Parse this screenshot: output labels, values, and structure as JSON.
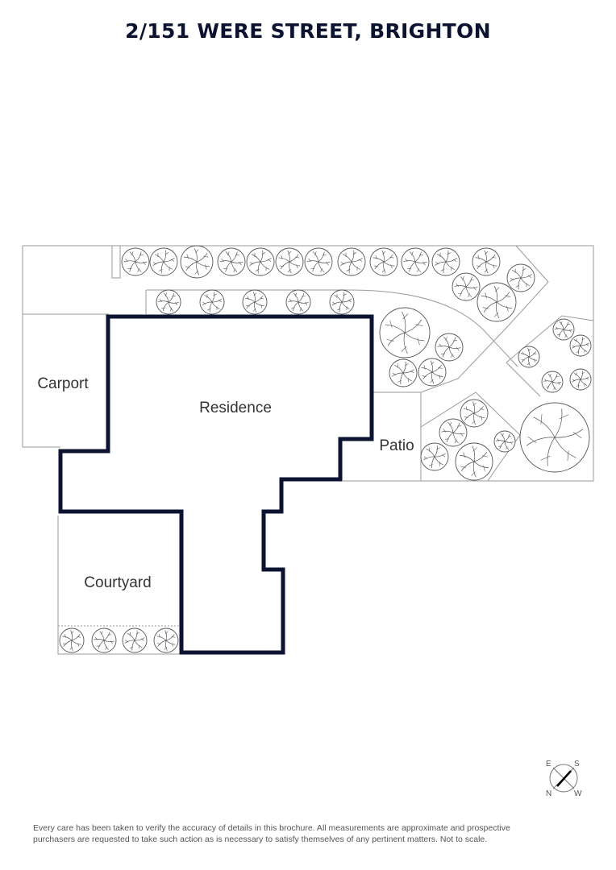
{
  "header": {
    "title": "2/151 WERE STREET, BRIGHTON"
  },
  "areas": {
    "carport": "Carport",
    "residence": "Residence",
    "patio": "Patio",
    "courtyard": "Courtyard"
  },
  "compass": {
    "e": "E",
    "s": "S",
    "n": "N",
    "w": "W"
  },
  "footer": {
    "disclaimer_line1": "Every care has been taken to verify the accuracy of details in this brochure. All measurements are approximate and prospective",
    "disclaimer_line2": "purchasers are requested to take such action as is necessary to satisfy themselves of any pertinent matters. Not to scale."
  },
  "colors": {
    "outline": "#0b1330",
    "line": "#9a9a9a",
    "tree": "#555555"
  }
}
